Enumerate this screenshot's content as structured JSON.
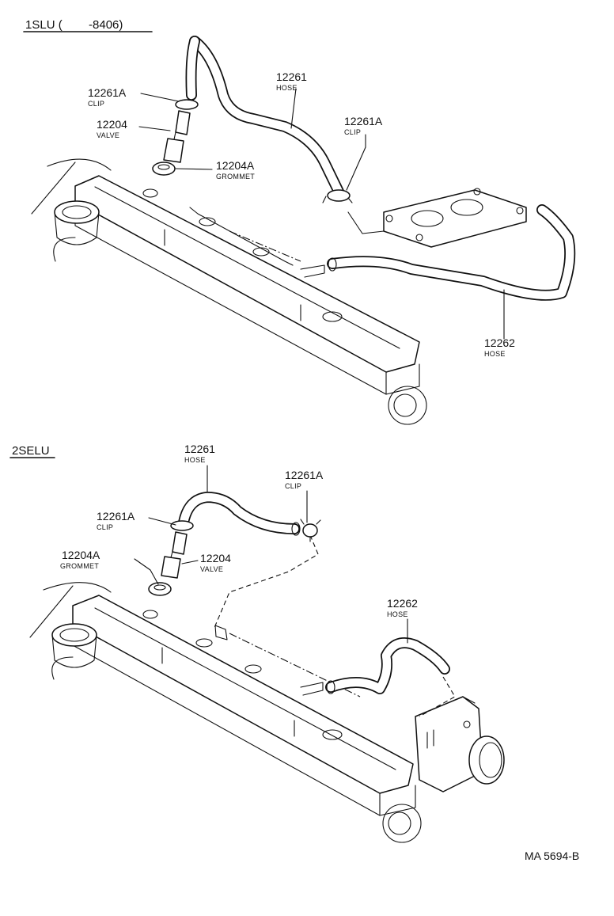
{
  "sections": [
    {
      "heading": "1SLU (        -8406)",
      "callouts": {
        "hose_a": {
          "number": "12261",
          "name": "HOSE"
        },
        "clip_top": {
          "number": "12261A",
          "name": "CLIP"
        },
        "valve": {
          "number": "12204",
          "name": "VALVE"
        },
        "clip_right": {
          "number": "12261A",
          "name": "CLIP"
        },
        "grommet": {
          "number": "12204A",
          "name": "GROMMET"
        },
        "hose_b": {
          "number": "12262",
          "name": "HOSE"
        }
      }
    },
    {
      "heading": "2SELU",
      "callouts": {
        "hose_a": {
          "number": "12261",
          "name": "HOSE"
        },
        "clip_right": {
          "number": "12261A",
          "name": "CLIP"
        },
        "clip_left": {
          "number": "12261A",
          "name": "CLIP"
        },
        "grommet": {
          "number": "12204A",
          "name": "GROMMET"
        },
        "valve": {
          "number": "12204",
          "name": "VALVE"
        },
        "hose_b": {
          "number": "12262",
          "name": "HOSE"
        }
      }
    }
  ],
  "footer_code": "MA 5694-B"
}
